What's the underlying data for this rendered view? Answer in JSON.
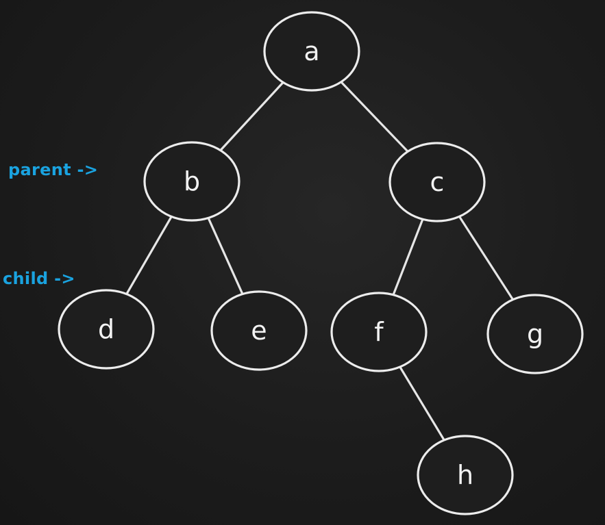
{
  "diagram": {
    "type": "binary-tree",
    "nodes": [
      {
        "id": "a",
        "label": "a"
      },
      {
        "id": "b",
        "label": "b"
      },
      {
        "id": "c",
        "label": "c"
      },
      {
        "id": "d",
        "label": "d"
      },
      {
        "id": "e",
        "label": "e"
      },
      {
        "id": "f",
        "label": "f"
      },
      {
        "id": "g",
        "label": "g"
      },
      {
        "id": "h",
        "label": "h"
      }
    ],
    "edges": [
      [
        "a",
        "b"
      ],
      [
        "a",
        "c"
      ],
      [
        "b",
        "d"
      ],
      [
        "b",
        "e"
      ],
      [
        "c",
        "f"
      ],
      [
        "c",
        "g"
      ],
      [
        "f",
        "h"
      ]
    ]
  },
  "annotations": {
    "parent": "parent ->",
    "child": "child ->"
  },
  "colors": {
    "background": "#1c1c1c",
    "stroke": "#ececec",
    "annotation": "#1aa3e0"
  }
}
